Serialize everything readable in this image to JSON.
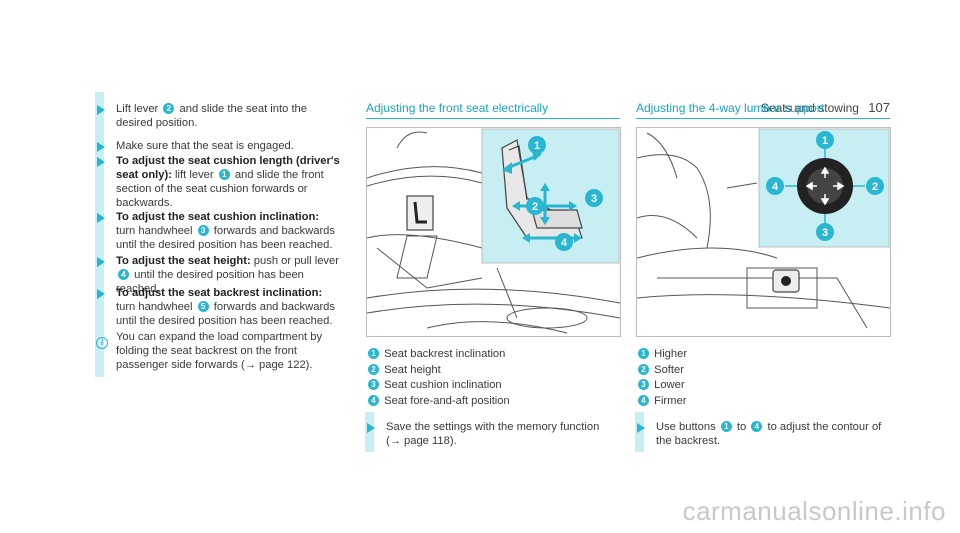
{
  "header": {
    "section": "Seats and stowing",
    "page": "107"
  },
  "left": {
    "steps": [
      {
        "pre": "Lift lever ",
        "n": "2",
        "post": " and slide the seat into the desired position."
      },
      {
        "pre": "Make sure that the seat is engaged."
      },
      {
        "bold": "To adjust the seat cushion length (driver's seat only):",
        "pre": " lift lever ",
        "n": "1",
        "post": " and slide the front section of the seat cushion forwards or backwards."
      },
      {
        "bold": "To adjust the seat cushion inclination:",
        "pre": " turn handwheel ",
        "n": "3",
        "post": " forwards and backwards until the desired position has been reached."
      },
      {
        "bold": "To adjust the seat height:",
        "pre": " push or pull lever ",
        "n": "4",
        "post": " until the desired position has been reached."
      },
      {
        "bold": "To adjust the seat backrest inclination:",
        "pre": " turn handwheel ",
        "n": "5",
        "post": " forwards and backwards until the desired position has been reached."
      }
    ],
    "note": "You can expand the load compartment by folding the seat backrest on the front passenger side forwards (→ page 122)."
  },
  "middle": {
    "title": "Adjusting the front seat electrically",
    "legend": [
      {
        "n": "1",
        "text": "Seat backrest inclination"
      },
      {
        "n": "2",
        "text": "Seat height"
      },
      {
        "n": "3",
        "text": "Seat cushion inclination"
      },
      {
        "n": "4",
        "text": "Seat fore-and-aft position"
      }
    ],
    "step": "Save the settings with the memory function (→ page 118).",
    "callouts": [
      "1",
      "2",
      "3",
      "4"
    ]
  },
  "right": {
    "title": "Adjusting the 4-way lumbar support",
    "legend": [
      {
        "n": "1",
        "text": "Higher"
      },
      {
        "n": "2",
        "text": "Softer"
      },
      {
        "n": "3",
        "text": "Lower"
      },
      {
        "n": "4",
        "text": "Firmer"
      }
    ],
    "step": {
      "pre": "Use buttons ",
      "n1": "1",
      "mid": " to ",
      "n2": "4",
      "post": " to adjust the contour of the backrest."
    },
    "callouts": [
      "1",
      "2",
      "3",
      "4"
    ]
  },
  "watermark": "carmanualsonline.info",
  "colors": {
    "accent": "#29b6d1",
    "highlight": "#c7eef3"
  }
}
